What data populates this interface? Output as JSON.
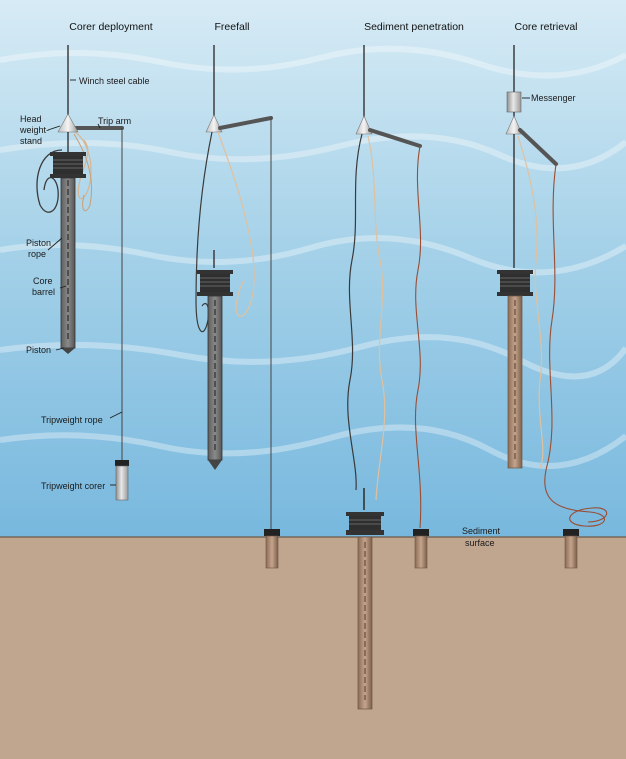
{
  "stages": [
    {
      "label": "Corer deployment"
    },
    {
      "label": "Freefall"
    },
    {
      "label": "Sediment penetration"
    },
    {
      "label": "Core retrieval"
    }
  ],
  "labels": {
    "winch_cable": "Winch steel cable",
    "trip_arm": "Trip arm",
    "head_weight_1": "Head",
    "head_weight_2": "weight-",
    "head_weight_3": "stand",
    "piston_rope_1": "Piston",
    "piston_rope_2": "rope",
    "core_barrel_1": "Core",
    "core_barrel_2": "barrel",
    "piston": "Piston",
    "tripweight_rope": "Tripweight rope",
    "tripweight_corer": "Tripweight corer",
    "messenger": "Messenger",
    "sediment_surface_1": "Sediment",
    "sediment_surface_2": "surface"
  },
  "colors": {
    "water_light": "#cfe5f1",
    "water_mid": "#9ccde6",
    "water_deep": "#6fb0d6",
    "sediment": "#c0a68e",
    "cable": "#3a3a3a",
    "rope_tan": "#e2c4a2",
    "rope_red": "#9a4d33",
    "core_fill": "#7b7b7b"
  }
}
